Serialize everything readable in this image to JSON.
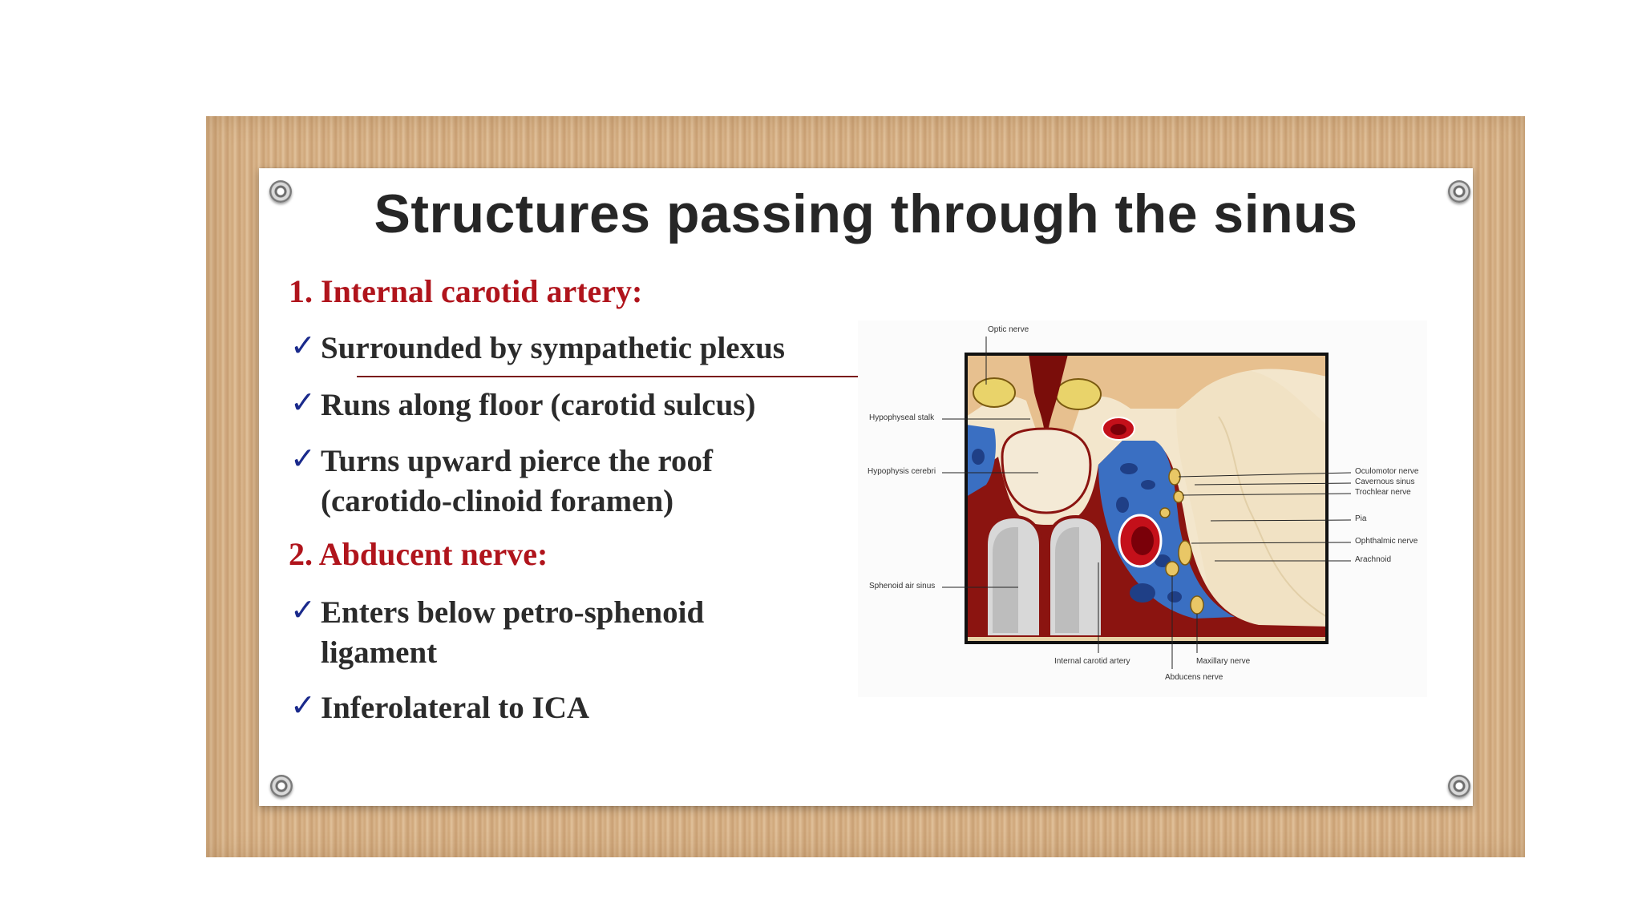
{
  "slide": {
    "title": "Structures passing through the sinus",
    "section1": {
      "heading": "1. Internal carotid artery:",
      "bullets": [
        "Surrounded by sympathetic plexus",
        "Runs along floor (carotid sulcus)",
        "Turns upward pierce  the roof",
        "(carotido-clinoid foramen)"
      ]
    },
    "section2": {
      "heading": "2. Abducent nerve:",
      "bullets": [
        "Enters below petro-sphenoid",
        "ligament",
        "Inferolateral to ICA"
      ]
    }
  },
  "figure": {
    "labels": {
      "optic_nerve": "Optic nerve",
      "hypophyseal_stalk": "Hypophyseal stalk",
      "hypophysis_cerebri": "Hypophysis cerebri",
      "sphenoid_air_sinus": "Sphenoid air sinus",
      "oculomotor_nerve": "Oculomotor nerve",
      "cavernous_sinus": "Cavernous sinus",
      "trochlear_nerve": "Trochlear nerve",
      "pia": "Pia",
      "ophthalmic_nerve": "Ophthalmic nerve",
      "arachnoid": "Arachnoid",
      "internal_carotid_artery": "Internal carotid artery",
      "maxillary_nerve": "Maxillary nerve",
      "abducens_nerve": "Abducens nerve"
    }
  },
  "colors": {
    "heading": "#b0141c",
    "check": "#1a2a8c",
    "title": "#262626",
    "dura": "#8b1410",
    "bone": "#e6c39a",
    "sinus_blue": "#3a6fc2"
  }
}
